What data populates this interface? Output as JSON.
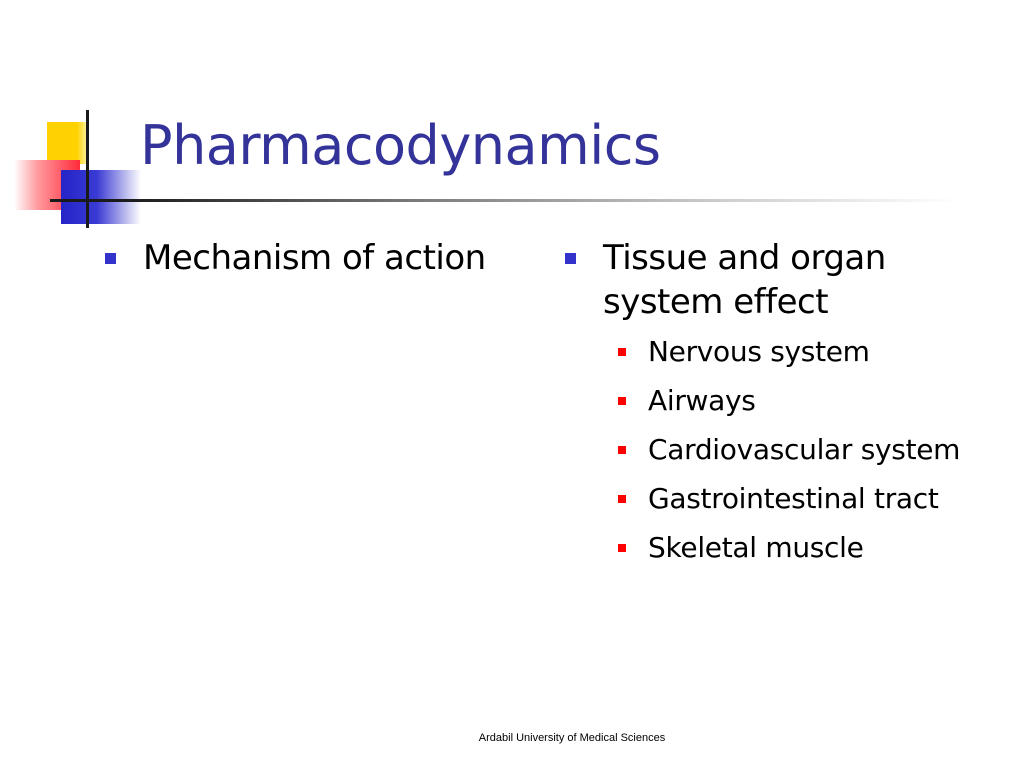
{
  "slide": {
    "title": "Pharmacodynamics",
    "left_column": {
      "items": [
        {
          "text": "Mechanism of action"
        }
      ]
    },
    "right_column": {
      "items": [
        {
          "text": "Tissue and organ system effect",
          "sub_items": [
            "Nervous system",
            "Airways",
            "Cardiovascular system",
            "Gastrointestinal tract",
            "Skeletal muscle"
          ]
        }
      ]
    },
    "footer": "Ardabil University of Medical Sciences"
  },
  "colors": {
    "title": "#333399",
    "level1_bullet": "#3333cc",
    "level2_bullet": "#ff0000",
    "logo_yellow": "#ffd200",
    "logo_red": "#ff2a3a",
    "logo_blue": "#2424c8"
  }
}
